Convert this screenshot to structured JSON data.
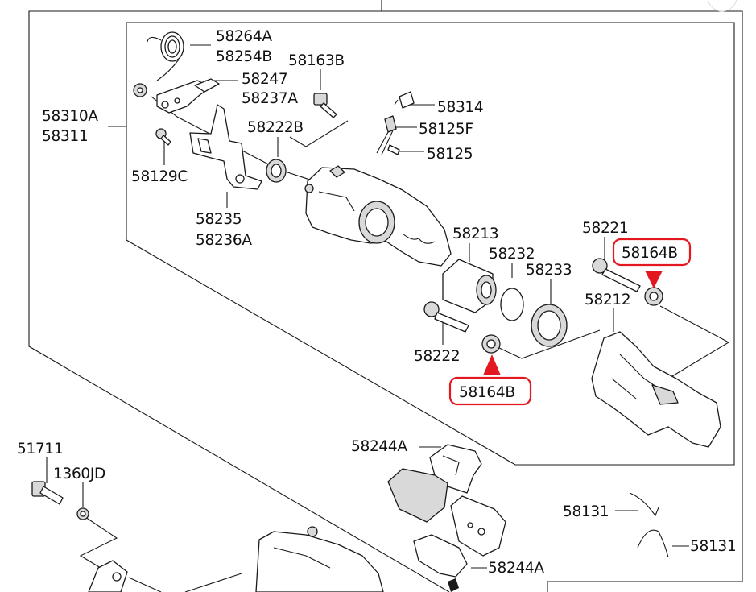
{
  "labels": {
    "p58264A": "58264A",
    "p58254B": "58254B",
    "p58163B": "58163B",
    "p58247": "58247",
    "p58237A": "58237A",
    "p58310A": "58310A",
    "p58311": "58311",
    "p58314": "58314",
    "p58222B": "58222B",
    "p58125F": "58125F",
    "p58125": "58125",
    "p58129C": "58129C",
    "p58235": "58235",
    "p58236A": "58236A",
    "p58213": "58213",
    "p58221": "58221",
    "p58232": "58232",
    "p58233": "58233",
    "p58212": "58212",
    "p58222": "58222",
    "p51711": "51711",
    "p1360JD": "1360JD",
    "p58244A_top": "58244A",
    "p58244A_bot": "58244A",
    "p58131_a": "58131",
    "p58131_b": "58131"
  },
  "highlights": {
    "upper": "58164B",
    "lower": "58164B",
    "color": "#e3171f"
  }
}
